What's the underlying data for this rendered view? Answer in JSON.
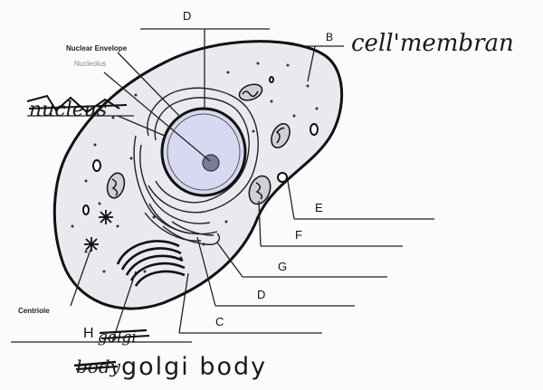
{
  "diagram": {
    "printed_labels": {
      "nuclear_envelope": "Nuclear Envelope",
      "nucleolus": "Nucleolus",
      "centriole": "Centriole"
    },
    "letter_labels": {
      "d_top": "D",
      "b": "B",
      "e": "E",
      "f": "F",
      "g": "G",
      "d_lower": "D",
      "c": "C",
      "h": "H"
    },
    "handwritten": {
      "cell_membrane": "cell'membran",
      "nucleus_crossed": "nucleus",
      "golgi_crossed": "golgi",
      "body_crossed": "body",
      "golgi_body": "golgi body"
    }
  }
}
